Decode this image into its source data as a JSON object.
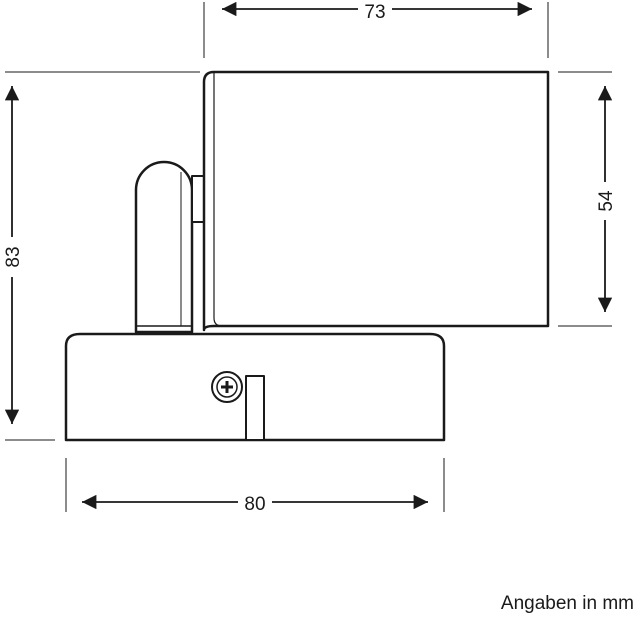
{
  "dimensions": {
    "top_width": "73",
    "head_height": "54",
    "total_height": "83",
    "base_width": "80"
  },
  "caption": "Angaben in mm",
  "colors": {
    "line": "#1a1a1a",
    "background": "#ffffff"
  }
}
